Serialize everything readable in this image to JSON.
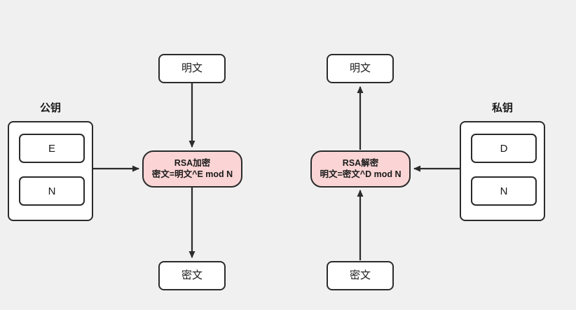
{
  "diagram": {
    "title_hidden": "",
    "background_color": "#f0f0f0",
    "line_color": "#2b2b2b",
    "process_fill": "#fbd5d5",
    "node_fill": "#ffffff"
  },
  "encrypt_flow": {
    "input_node": {
      "label": "明文"
    },
    "process": {
      "line1": "RSA加密",
      "line2": "密文=明文^E mod N"
    },
    "output_node": {
      "label": "密文"
    },
    "key": {
      "label": "公钥",
      "items": [
        {
          "label": "E"
        },
        {
          "label": "N"
        }
      ]
    }
  },
  "decrypt_flow": {
    "output_node": {
      "label": "明文"
    },
    "process": {
      "line1": "RSA解密",
      "line2": "明文=密文^D mod N"
    },
    "input_node": {
      "label": "密文"
    },
    "key": {
      "label": "私钥",
      "items": [
        {
          "label": "D"
        },
        {
          "label": "N"
        }
      ]
    }
  }
}
